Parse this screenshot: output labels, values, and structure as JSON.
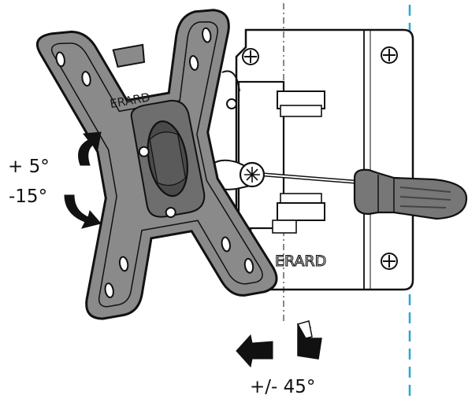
{
  "labels": {
    "tilt_up": "+ 5°",
    "tilt_down": "-15°",
    "swivel": "+/- 45°"
  },
  "brand": {
    "plate_text": "ERARD",
    "bracket_text": "ERARD"
  },
  "colors": {
    "plate_fill": "#8a8a8a",
    "plate_dark": "#4a4a4a",
    "outline": "#111111",
    "wall_line": "#2aa7d6",
    "screwdriver_handle": "#777777"
  },
  "icons": {
    "tilt_up": "curved-arrow-up-icon",
    "tilt_down": "curved-arrow-down-icon",
    "swivel_left": "left-arrow-icon",
    "swivel_right": "folded-arrow-icon"
  }
}
